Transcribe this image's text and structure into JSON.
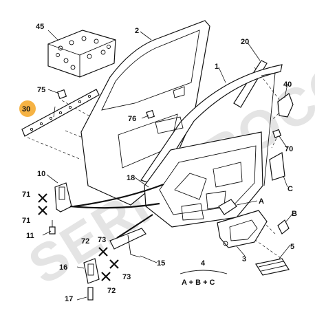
{
  "watermark": "SERIEPROCOM",
  "highlight_color": "#f5a623",
  "callouts": [
    {
      "id": "c45",
      "text": "45"
    },
    {
      "id": "c2",
      "text": "2"
    },
    {
      "id": "c20",
      "text": "20"
    },
    {
      "id": "c1",
      "text": "1"
    },
    {
      "id": "c75",
      "text": "75"
    },
    {
      "id": "c30",
      "text": "30",
      "highlighted": true
    },
    {
      "id": "c40",
      "text": "40"
    },
    {
      "id": "c76",
      "text": "76"
    },
    {
      "id": "c70",
      "text": "70"
    },
    {
      "id": "c10",
      "text": "10"
    },
    {
      "id": "c18",
      "text": "18"
    },
    {
      "id": "c71a",
      "text": "71"
    },
    {
      "id": "c71b",
      "text": "71"
    },
    {
      "id": "cC",
      "text": "C"
    },
    {
      "id": "cA",
      "text": "A"
    },
    {
      "id": "cB",
      "text": "B"
    },
    {
      "id": "c11",
      "text": "11"
    },
    {
      "id": "c72a",
      "text": "72"
    },
    {
      "id": "c73a",
      "text": "73"
    },
    {
      "id": "c3",
      "text": "3"
    },
    {
      "id": "c5",
      "text": "5"
    },
    {
      "id": "c15",
      "text": "15"
    },
    {
      "id": "c16",
      "text": "16"
    },
    {
      "id": "c73b",
      "text": "73"
    },
    {
      "id": "c72b",
      "text": "72"
    },
    {
      "id": "c17",
      "text": "17"
    },
    {
      "id": "c4",
      "text": "4"
    }
  ],
  "formula": "A + B + C"
}
